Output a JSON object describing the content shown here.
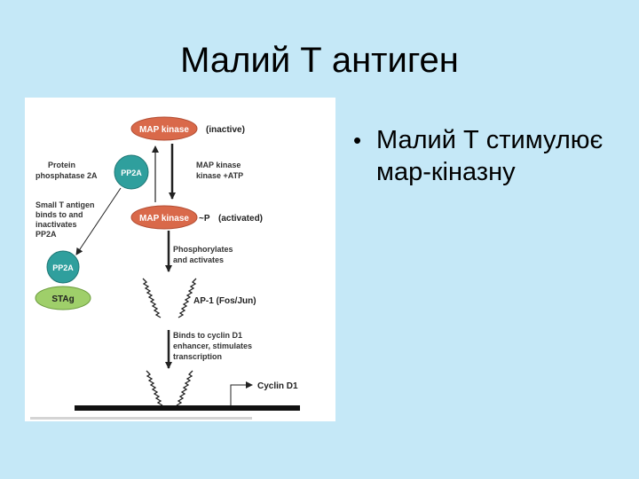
{
  "slide": {
    "title": "Малий Т антиген",
    "bullet_symbol": "•",
    "bullet_text": "Малий Т стимулює мар-кіназну"
  },
  "diagram": {
    "map_kinase_top": "MAP kinase",
    "inactive_label": "(inactive)",
    "protein_phosphatase_line1": "Protein",
    "protein_phosphatase_line2": "phosphatase 2A",
    "pp2a_top": "PP2A",
    "map_kinase_kinase_line1": "MAP kinase",
    "map_kinase_kinase_line2": "kinase +ATP",
    "map_kinase_mid": "MAP kinase",
    "phospho_suffix": "~P",
    "activated_label": "(activated)",
    "small_t_line1": "Small T antigen",
    "small_t_line2": "binds to and",
    "small_t_line3": "inactivates",
    "small_t_line4": "PP2A",
    "phosphorylates_line1": "Phosphorylates",
    "phosphorylates_line2": "and activates",
    "pp2a_bottom": "PP2A",
    "stag_label": "STAg",
    "ap1_label": "AP-1 (Fos/Jun)",
    "binds_line1": "Binds to cyclin D1",
    "binds_line2": "enhancer, stimulates",
    "binds_line3": "transcription",
    "cyclin_label": "Cyclin D1",
    "colors": {
      "map_kinase_fill": "#d9694a",
      "pp2a_fill": "#2f9f9d",
      "stag_fill": "#9fcf6a"
    }
  }
}
